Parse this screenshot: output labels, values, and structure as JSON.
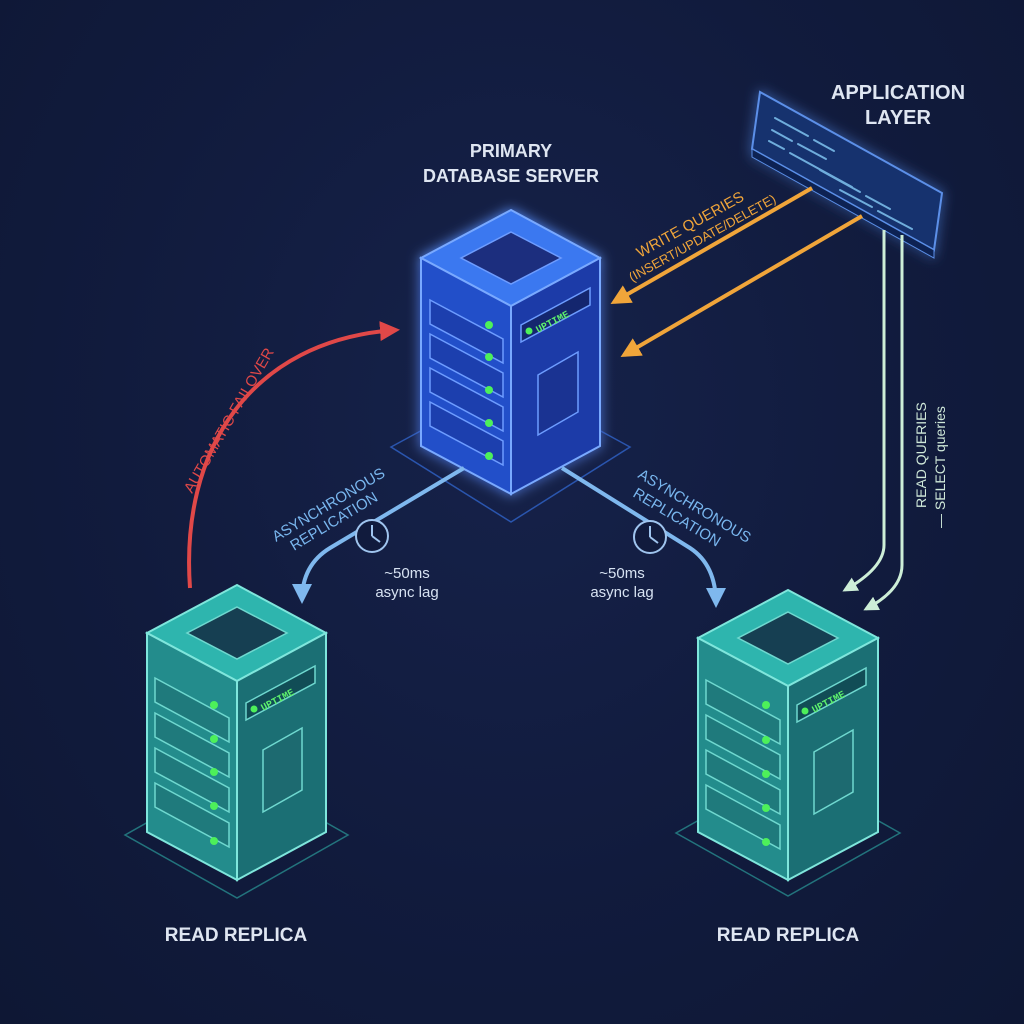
{
  "colors": {
    "background": "#111b3d",
    "primary_server": "#2f63e6",
    "replica_server": "#2aa6a2",
    "write_arrow": "#f0a53a",
    "replication_arrow": "#7fb8ee",
    "failover_arrow": "#e04848",
    "read_arrow": "#cdeed7",
    "status_led": "#4df05a"
  },
  "application": {
    "label_line1": "APPLICATION",
    "label_line2": "LAYER"
  },
  "primary": {
    "label_line1": "PRIMARY",
    "label_line2": "DATABASE SERVER",
    "status": "UPTIME"
  },
  "replica_left": {
    "label": "READ REPLICA",
    "status": "UPTIME"
  },
  "replica_right": {
    "label": "READ REPLICA",
    "status": "UPTIME"
  },
  "writes": {
    "line1": "WRITE QUERIES",
    "line2": "(INSERT/UPDATE/DELETE)"
  },
  "reads": {
    "line1": "READ QUERIES",
    "line2": "— SELECT queries"
  },
  "failover": {
    "label": "AUTOMATIC FAILOVER"
  },
  "replication_left": {
    "line1": "ASYNCHRONOUS",
    "line2": "REPLICATION",
    "lag_line1": "~50ms",
    "lag_line2": "async lag"
  },
  "replication_right": {
    "line1": "ASYNCHRONOUS",
    "line2": "REPLICATION",
    "lag_line1": "~50ms",
    "lag_line2": "async lag"
  }
}
